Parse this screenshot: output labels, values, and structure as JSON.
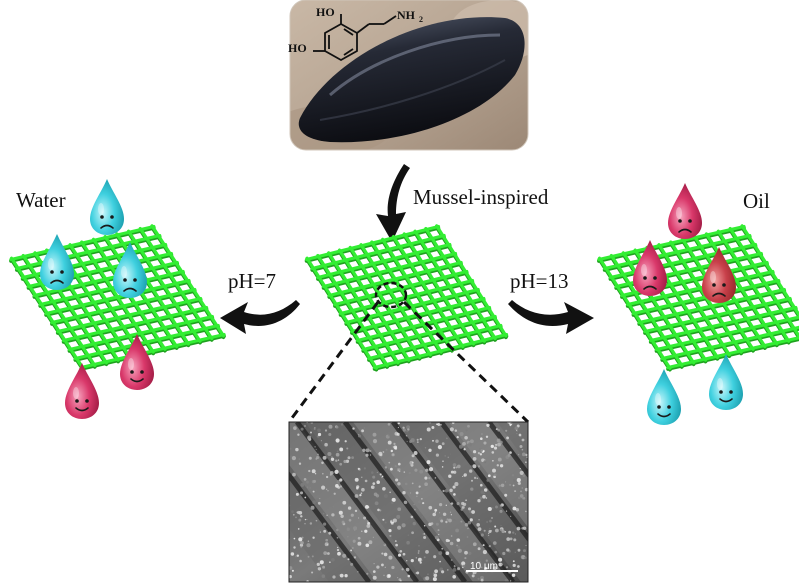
{
  "labels": {
    "water": "Water",
    "oil": "Oil",
    "mussel_inspired": "Mussel-inspired",
    "ph_neutral": "pH=7",
    "ph_basic": "pH=13",
    "scale_bar": "10 μm"
  },
  "molecule": {
    "hydroxyl_top": "HO",
    "hydroxyl_bottom": "HO",
    "amine": "NH",
    "amine_subscript": "2"
  },
  "colors": {
    "mesh": "#33ee33",
    "mesh_shadow": "#1fa21f",
    "water_drop": "#22c4d4",
    "oil_drop": "#cc2a58",
    "arrow": "#111111"
  },
  "droplets": {
    "left_panel": {
      "water_on_mesh": [
        "sad",
        "sad"
      ],
      "water_above": "sad",
      "oil_below": [
        "happy",
        "happy"
      ]
    },
    "right_panel": {
      "oil_on_mesh": [
        "sad",
        "sad"
      ],
      "oil_above": "sad",
      "water_below": [
        "happy",
        "happy"
      ]
    }
  }
}
